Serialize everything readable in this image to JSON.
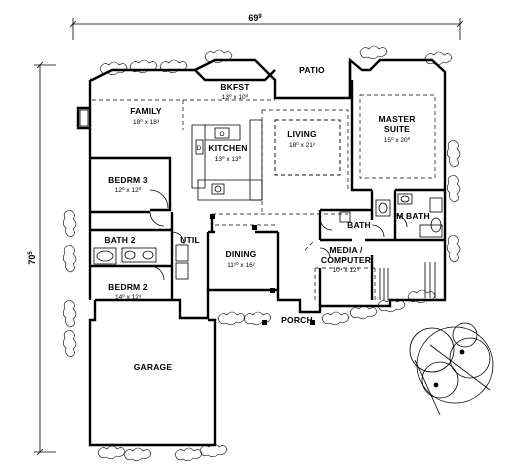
{
  "plan": {
    "overall_width": "69",
    "overall_width_sup": "9",
    "overall_depth": "70",
    "overall_depth_sup": "5",
    "rooms": [
      {
        "id": "patio",
        "name": "PATIO",
        "dim": ""
      },
      {
        "id": "bkfst",
        "name": "BKFST",
        "dim": "13⁰ x 10⁰"
      },
      {
        "id": "family",
        "name": "FAMILY",
        "dim": "18⁰ x 18³"
      },
      {
        "id": "kitchen",
        "name": "KITCHEN",
        "dim": "13⁰ x 13⁰"
      },
      {
        "id": "living",
        "name": "LIVING",
        "dim": "18⁰ x 21²"
      },
      {
        "id": "master",
        "name": "MASTER",
        "name2": "SUITE",
        "dim": "15⁰ x 20⁰"
      },
      {
        "id": "bedrm3",
        "name": "BEDRM 3",
        "dim": "12⁰ x 12⁰"
      },
      {
        "id": "bath2",
        "name": "BATH 2",
        "dim": ""
      },
      {
        "id": "util",
        "name": "UTIL",
        "dim": ""
      },
      {
        "id": "dining",
        "name": "DINING",
        "dim": "11¹⁰ x 16²"
      },
      {
        "id": "bath",
        "name": "BATH",
        "dim": ""
      },
      {
        "id": "mbath",
        "name": "M BATH",
        "dim": ""
      },
      {
        "id": "media",
        "name": "MEDIA /",
        "name2": "COMPUTER",
        "dim": "10⁴ x 12⁹"
      },
      {
        "id": "bedrm2",
        "name": "BEDRM 2",
        "dim": "14⁰ x 12³"
      },
      {
        "id": "porch",
        "name": "PORCH",
        "dim": ""
      },
      {
        "id": "garage",
        "name": "GARAGE",
        "dim": ""
      }
    ],
    "fixture_labels": {
      "dw": "D",
      "oven": "O"
    }
  }
}
